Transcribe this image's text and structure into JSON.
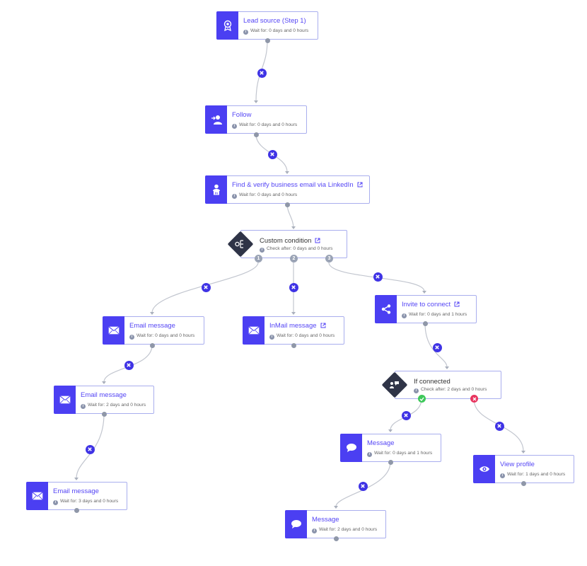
{
  "nodes": {
    "lead_source": {
      "title": "Lead source (Step 1)",
      "sub": "Wait for: 0 days and 0 hours",
      "icon": "award-icon"
    },
    "follow": {
      "title": "Follow",
      "sub": "Wait for: 0 days and 0 hours",
      "icon": "follow-user-icon"
    },
    "find_verify": {
      "title": "Find & verify business email via LinkedIn",
      "sub": "Wait for: 0 days and 0 hours",
      "icon": "linkedin-person-icon"
    },
    "custom_condition": {
      "title": "Custom condition",
      "sub": "Check after: 0 days and 0 hours",
      "icon": "custom-condition-icon",
      "branches": [
        "1",
        "2",
        "3"
      ]
    },
    "email_1": {
      "title": "Email message",
      "sub": "Wait for: 0 days and 0 hours",
      "icon": "envelope-icon"
    },
    "inmail": {
      "title": "InMail message",
      "sub": "Wait for: 0 days and 0 hours",
      "icon": "envelope-icon"
    },
    "invite": {
      "title": "Invite to connect",
      "sub": "Wait for: 0 days and 1 hours",
      "icon": "share-icon"
    },
    "email_2": {
      "title": "Email message",
      "sub": "Wait for: 2 days and 0 hours",
      "icon": "envelope-icon"
    },
    "if_connected": {
      "title": "If connected",
      "sub": "Check after: 2 days and 0 hours",
      "icon": "connection-icon"
    },
    "message_1": {
      "title": "Message",
      "sub": "Wait for: 0 days and 1 hours",
      "icon": "chat-bubble-icon"
    },
    "view_profile": {
      "title": "View profile",
      "sub": "Wait for: 1 days and 0 hours",
      "icon": "eye-icon"
    },
    "email_3": {
      "title": "Email message",
      "sub": "Wait for: 3 days and 0 hours",
      "icon": "envelope-icon"
    },
    "message_2": {
      "title": "Message",
      "sub": "Wait for: 2 days and 0 hours",
      "icon": "chat-bubble-icon"
    }
  },
  "colors": {
    "accent": "#4b3ff2",
    "node_border": "#a9aeee",
    "edge": "#c2c6cf",
    "yes": "#3dc85a",
    "no": "#e8355f",
    "diamond": "#2f3447"
  }
}
